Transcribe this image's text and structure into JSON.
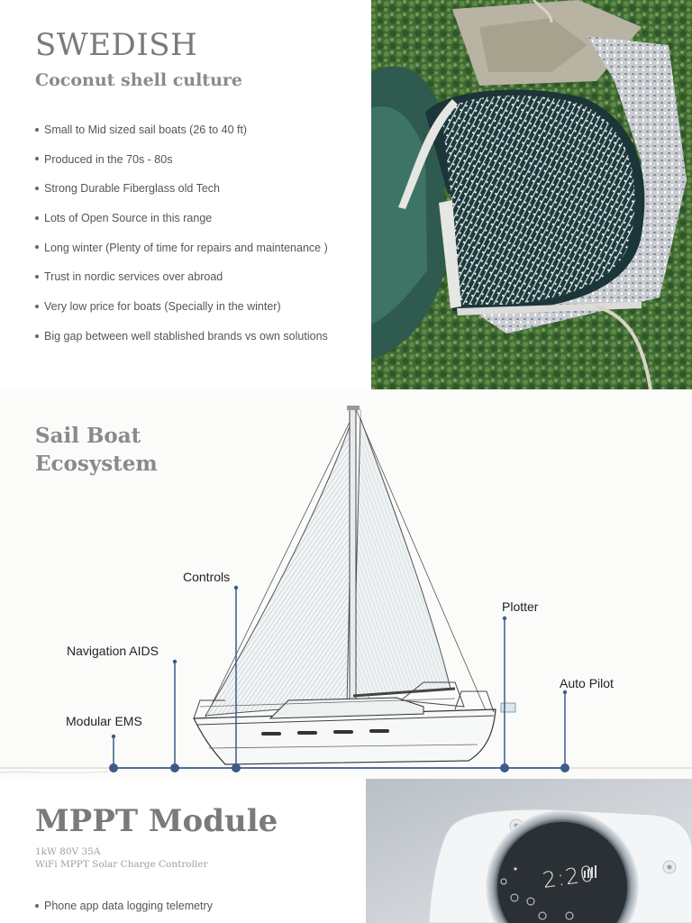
{
  "intro": {
    "title": "SWEDISH",
    "subtitle": "Coconut  shell culture",
    "bullets": [
      "Small to Mid sized sail boats (26 to 40 ft)",
      "Produced in the 70s - 80s",
      "Strong Durable Fiberglass old Tech",
      "Lots of Open Source in this range",
      "Long winter (Plenty of time for repairs and maintenance )",
      "Trust in nordic services over abroad",
      "Very low price for boats (Specially in the winter)",
      "Big gap between well stablished brands vs own solutions"
    ]
  },
  "ecosystem": {
    "title_line1": "Sail Boat",
    "title_line2": "Ecosystem",
    "labels": {
      "controls": "Controls",
      "plotter": "Plotter",
      "navigation": "Navigation  AIDS",
      "autopilot": "Auto Pilot",
      "ems": "Modular EMS"
    },
    "accent_color": "#3d5a8c"
  },
  "mppt": {
    "title": "MPPT Module",
    "spec_line1": "1kW 80V 35A",
    "spec_line2": "WiFi MPPT Solar Charge Controller",
    "bullets": [
      "Phone app data logging telemetry"
    ],
    "display_value": "2:20"
  }
}
